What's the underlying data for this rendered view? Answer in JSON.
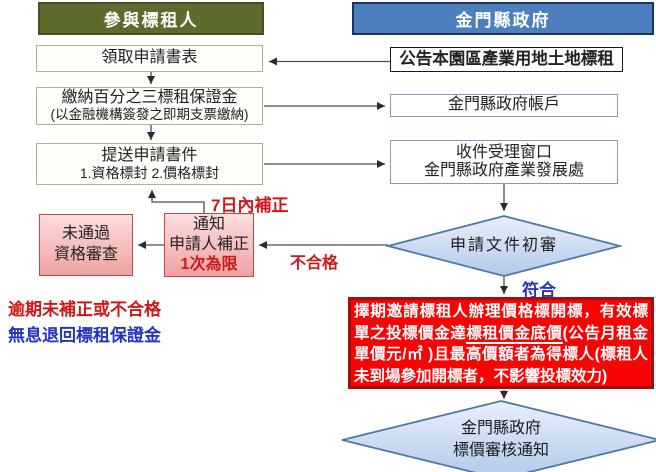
{
  "colors": {
    "olive_fill": "#5e6b2e",
    "olive_border": "#454f22",
    "blue_fill": "#4d7ebd",
    "blue_border": "#17365d",
    "box_border_olive": "#b3b383",
    "box_border_blue": "#7f9cc0",
    "announce_border": "#1a1a1a",
    "red_text": "#d01818",
    "blue_text": "#2433c2",
    "award_bg": "#f70404",
    "award_border": "#a01010",
    "pink_top": "#fcdede",
    "pink_bottom": "#f0a2a2",
    "pink_border": "#c24848",
    "diamond_stroke": "#4d79a8",
    "diamond_top": "#e9f0fb",
    "diamond_bottom": "#b3c8ea",
    "line_color": "#4a4a4a"
  },
  "headers": {
    "left": {
      "label": "參與標租人"
    },
    "right": {
      "label": "金門縣政府"
    }
  },
  "left_column": {
    "step1": {
      "label": "領取申請書表"
    },
    "step2": {
      "line1": "繳納百分之三標租保證金",
      "line2": "(以金融機構簽發之即期支票繳納)"
    },
    "step3": {
      "line1": "提送申請書件",
      "line2": "1.資格標封 2.價格標封"
    }
  },
  "right_column": {
    "announce": {
      "label": "公告本園區產業用地土地標租"
    },
    "account": {
      "label": "金門縣政府帳戶"
    },
    "intake": {
      "line1": "收件受理窗口",
      "line2": "金門縣政府產業發展處"
    }
  },
  "review": {
    "diamond1": {
      "label": "申請文件初審"
    },
    "notify_box": {
      "line1": "通知",
      "line2": "申請人補正",
      "line3": "1次為限"
    },
    "fail_box": {
      "line1": "未通過",
      "line2": "資格審查"
    },
    "labels": {
      "correction_deadline": "7日內補正",
      "fail": "不合格",
      "pass": "符合",
      "overdue": "逾期未補正或不合格",
      "refund": "無息退回標租保證金"
    }
  },
  "award_box": {
    "segment1": "擇期邀請標租人辦理價格標開標，有效標單之投標價金達",
    "segment2_underlined": "標租價金底價",
    "segment3": "(公告月租金單價元/㎡ )且最高價額者為得標人(標租人未到場參加開標者，不影響投標效力)"
  },
  "diamond2": {
    "line1": "金門縣政府",
    "line2": "標價審核通知"
  }
}
